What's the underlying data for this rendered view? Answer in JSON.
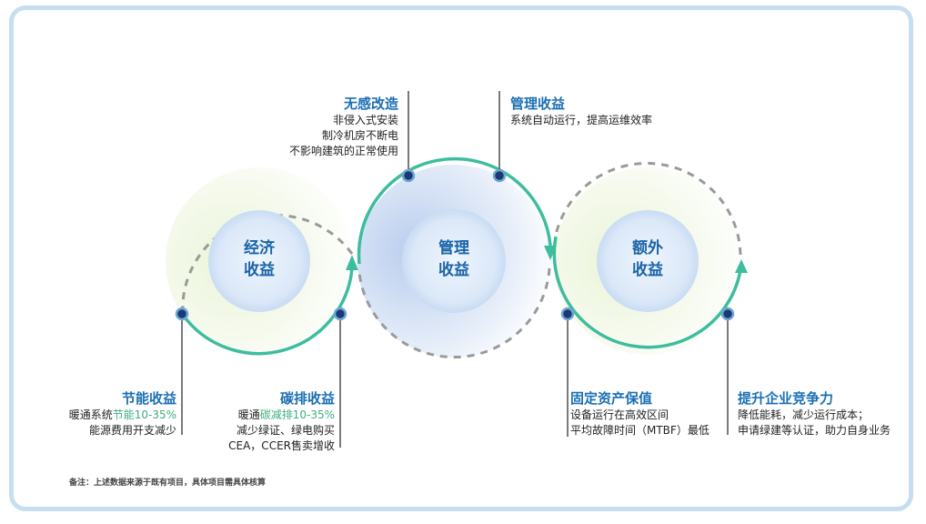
{
  "circles": [
    {
      "line1": "经济",
      "line2": "收益"
    },
    {
      "line1": "管理",
      "line2": "收益"
    },
    {
      "line1": "额外",
      "line2": "收益"
    }
  ],
  "labels": {
    "wugan": {
      "title": "无感改造",
      "lines": [
        "非侵入式安装",
        "制冷机房不断电",
        "不影响建筑的正常使用"
      ]
    },
    "guanli": {
      "title": "管理收益",
      "lines": [
        "系统自动运行，提高运维效率"
      ]
    },
    "jieneng": {
      "title": "节能收益",
      "line1_pre": "暖通系统",
      "line1_hl": "节能10-35%",
      "line2": "能源费用开支减少"
    },
    "tanpai": {
      "title": "碳排收益",
      "line1_pre": "暖通",
      "line1_hl": "碳减排10-35%",
      "line2": "减少绿证、绿电购买",
      "line3": "CEA，CCER售卖增收"
    },
    "guding": {
      "title": "固定资产保值",
      "lines": [
        "设备运行在高效区间",
        "平均故障时间（MTBF）最低"
      ]
    },
    "tisheng": {
      "title": "提升企业竞争力",
      "lines": [
        "降低能耗，减少运行成本；",
        "申请绿建等认证，助力自身业务"
      ]
    }
  },
  "note": "备注：上述数据来源于既有项目，具体项目需具体核算",
  "colors": {
    "teal": "#3dbd9e",
    "dashed": "#9a9a9a",
    "title_blue": "#1a6fb3",
    "dot": "#1b3a73",
    "frame": "#c5dff1"
  }
}
